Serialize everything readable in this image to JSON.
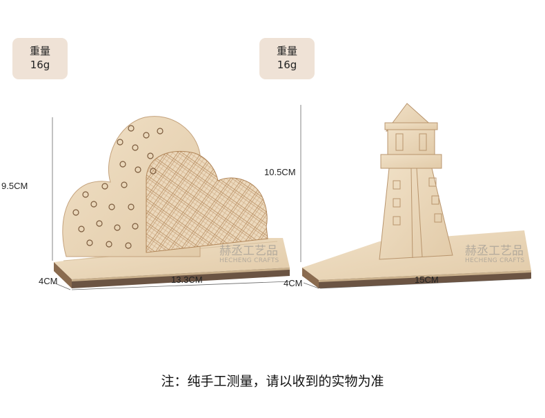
{
  "badges": [
    {
      "label": "重量",
      "value": "16g"
    },
    {
      "label": "重量",
      "value": "16g"
    }
  ],
  "left_product": {
    "height": "9.5CM",
    "depth": "4CM",
    "width": "13.3CM"
  },
  "right_product": {
    "height": "10.5CM",
    "depth": "4CM",
    "width": "15CM"
  },
  "watermark": {
    "cn": "赫丞工艺品",
    "en": "HECHENG CRAFTS"
  },
  "note": "注：纯手工测量，请以收到的实物为准",
  "colors": {
    "badge_bg": "#efe2d6",
    "wood": "#ead7ba",
    "wood_edge": "#6b5443"
  }
}
